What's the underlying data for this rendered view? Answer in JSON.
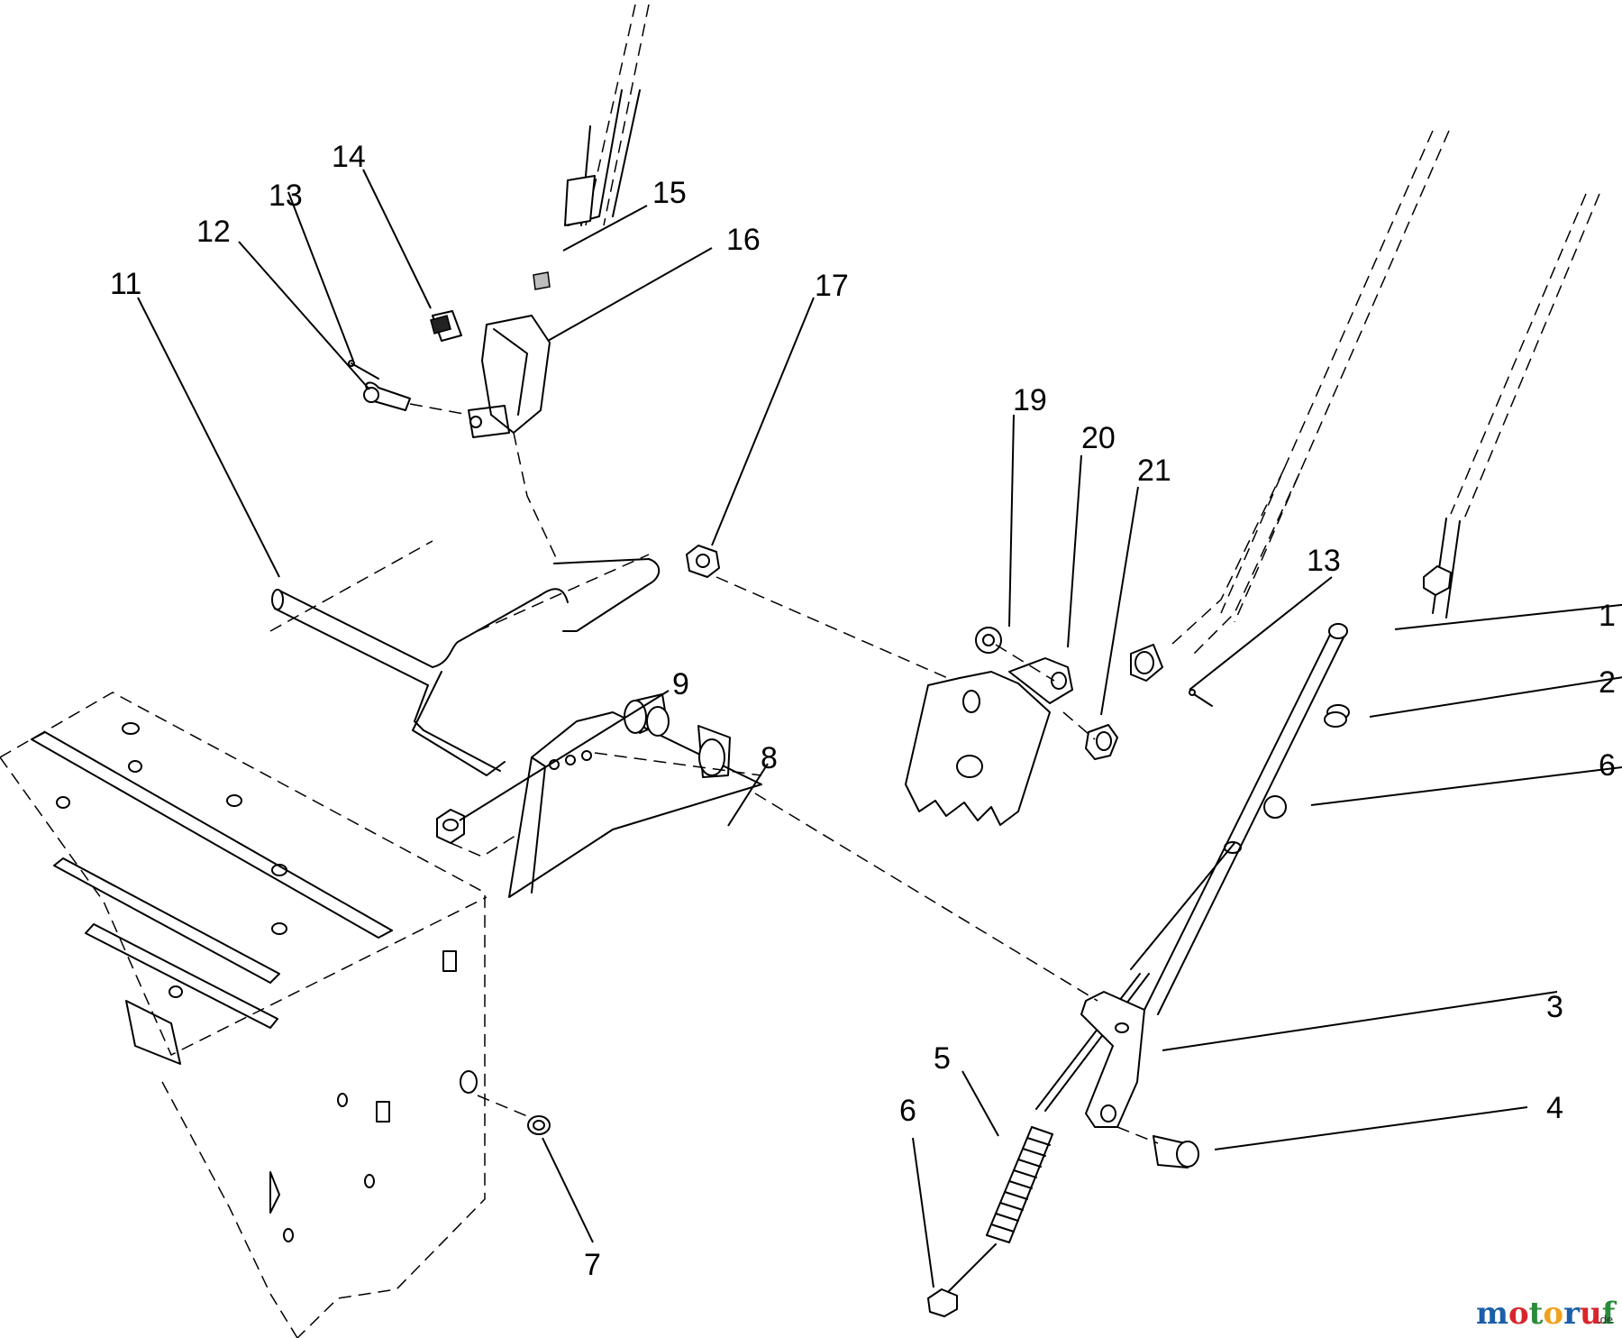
{
  "callouts": {
    "c1": "1",
    "c2": "2",
    "c3": "3",
    "c4": "4",
    "c5": "5",
    "c6a": "6",
    "c6b": "6",
    "c7": "7",
    "c8": "8",
    "c9": "9",
    "c11": "11",
    "c12": "12",
    "c13a": "13",
    "c13b": "13",
    "c14": "14",
    "c15": "15",
    "c16": "16",
    "c17": "17",
    "c19": "19",
    "c20": "20",
    "c21": "21"
  },
  "watermark": {
    "brand": "motoruf",
    "suffix": ".de"
  },
  "watermark_colors": [
    "#1b5fa8",
    "#d8262c",
    "#2a8c3a",
    "#f2a11c",
    "#1b5fa8",
    "#d8262c",
    "#2a8c3a"
  ]
}
